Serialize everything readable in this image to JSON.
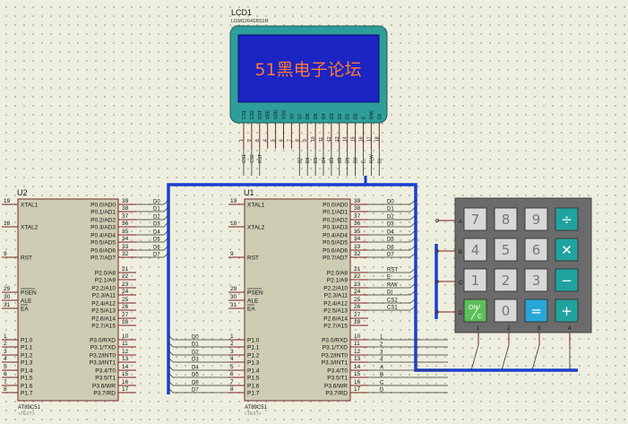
{
  "lcd": {
    "ref": "LCD1",
    "part": "LGM12641BS1R",
    "hint": "<TEXT>",
    "screen_text": "51黑电子论坛",
    "pins": [
      "CS1",
      "CS2",
      "RST",
      "VEE",
      "VDD",
      "VSS",
      "V0",
      "D7",
      "D6",
      "D5",
      "D4",
      "D3",
      "D2",
      "D1",
      "D0",
      "E",
      "R/W",
      "D/I"
    ],
    "pin_numbers": [
      "1",
      "2",
      "3",
      "4",
      "5",
      "6",
      "7",
      "8",
      "9",
      "10",
      "11",
      "12",
      "13",
      "14",
      "15",
      "16",
      "17",
      "18"
    ],
    "net_labels": [
      "RST",
      "D7",
      "D6",
      "D5",
      "D4",
      "D3",
      "D2",
      "D1",
      "D0",
      "E",
      "R/W",
      "DI",
      "CS2",
      "CS1"
    ]
  },
  "u2": {
    "ref": "U2",
    "part": "AT89C51",
    "hint": "<TEXT>",
    "left_pins": [
      {
        "num": "19",
        "name": "XTAL1"
      },
      {
        "num": "18",
        "name": "XTAL2"
      },
      {
        "num": "9",
        "name": "RST"
      },
      {
        "num": "29",
        "name": "PSEN"
      },
      {
        "num": "30",
        "name": "ALE"
      },
      {
        "num": "31",
        "name": "EA"
      },
      {
        "num": "1",
        "name": "P1.0"
      },
      {
        "num": "2",
        "name": "P1.1"
      },
      {
        "num": "3",
        "name": "P1.2"
      },
      {
        "num": "4",
        "name": "P1.3"
      },
      {
        "num": "5",
        "name": "P1.4"
      },
      {
        "num": "6",
        "name": "P1.5"
      },
      {
        "num": "7",
        "name": "P1.6"
      },
      {
        "num": "8",
        "name": "P1.7"
      }
    ],
    "right_pins": [
      {
        "num": "39",
        "name": "P0.0/AD0"
      },
      {
        "num": "38",
        "name": "P0.1/AD1"
      },
      {
        "num": "37",
        "name": "P0.2/AD2"
      },
      {
        "num": "36",
        "name": "P0.3/AD3"
      },
      {
        "num": "35",
        "name": "P0.4/AD4"
      },
      {
        "num": "34",
        "name": "P0.5/AD5"
      },
      {
        "num": "33",
        "name": "P0.6/AD6"
      },
      {
        "num": "32",
        "name": "P0.7/AD7"
      },
      {
        "num": "21",
        "name": "P2.0/A8"
      },
      {
        "num": "22",
        "name": "P2.1/A9"
      },
      {
        "num": "23",
        "name": "P2.2/A10"
      },
      {
        "num": "24",
        "name": "P2.3/A11"
      },
      {
        "num": "25",
        "name": "P2.4/A12"
      },
      {
        "num": "26",
        "name": "P2.5/A13"
      },
      {
        "num": "27",
        "name": "P2.6/A14"
      },
      {
        "num": "28",
        "name": "P2.7/A15"
      },
      {
        "num": "10",
        "name": "P3.0/RXD"
      },
      {
        "num": "11",
        "name": "P3.1/TXD"
      },
      {
        "num": "12",
        "name": "P3.2/INT0"
      },
      {
        "num": "13",
        "name": "P3.3/INT1"
      },
      {
        "num": "14",
        "name": "P3.4/T0"
      },
      {
        "num": "15",
        "name": "P3.5/T1"
      },
      {
        "num": "16",
        "name": "P3.6/WR"
      },
      {
        "num": "17",
        "name": "P3.7/RD"
      }
    ],
    "p0_nets": [
      "D0",
      "D1",
      "D2",
      "D3",
      "D4",
      "D5",
      "D6",
      "D7"
    ]
  },
  "u1": {
    "ref": "U1",
    "part": "AT89C51",
    "hint": "<TEXT>",
    "p0_nets": [
      "D0",
      "D1",
      "D2",
      "D3",
      "D4",
      "D5",
      "D6",
      "D7"
    ],
    "p2_nets": [
      "RST",
      "E",
      "R/W",
      "DI",
      "CS2",
      "CS1"
    ],
    "p1_nets": [
      "D0",
      "D1",
      "D2",
      "D3",
      "D4",
      "D5",
      "D6",
      "D7"
    ],
    "p3_nets": [
      "1",
      "2",
      "3",
      "4",
      "A",
      "B",
      "C",
      "D"
    ]
  },
  "keypad": {
    "row_labels": [
      "A",
      "B",
      "C",
      "D"
    ],
    "col_labels": [
      "1",
      "2",
      "3",
      "4"
    ],
    "keys": [
      {
        "label": "7",
        "kind": "num"
      },
      {
        "label": "8",
        "kind": "num"
      },
      {
        "label": "9",
        "kind": "num"
      },
      {
        "label": "÷",
        "kind": "op"
      },
      {
        "label": "4",
        "kind": "num"
      },
      {
        "label": "5",
        "kind": "num"
      },
      {
        "label": "6",
        "kind": "num"
      },
      {
        "label": "✕",
        "kind": "op"
      },
      {
        "label": "1",
        "kind": "num"
      },
      {
        "label": "2",
        "kind": "num"
      },
      {
        "label": "3",
        "kind": "num"
      },
      {
        "label": "−",
        "kind": "op"
      },
      {
        "label": "ON/C",
        "kind": "on"
      },
      {
        "label": "0",
        "kind": "num"
      },
      {
        "label": "=",
        "kind": "eq"
      },
      {
        "label": "+",
        "kind": "op"
      }
    ]
  },
  "colors": {
    "chip_fill": "#cdcdb3",
    "chip_stroke": "#6e2a2a",
    "bus": "#1b3fd1",
    "wire": "#333333",
    "pin_line": "#7a2020",
    "lcd_body": "#2f9e9a",
    "lcd_screen": "#1c24c4",
    "key_num": "#d8d8d8",
    "key_op": "#20a3a0",
    "key_on": "#5cbf5a",
    "key_eq": "#27a7d6"
  }
}
